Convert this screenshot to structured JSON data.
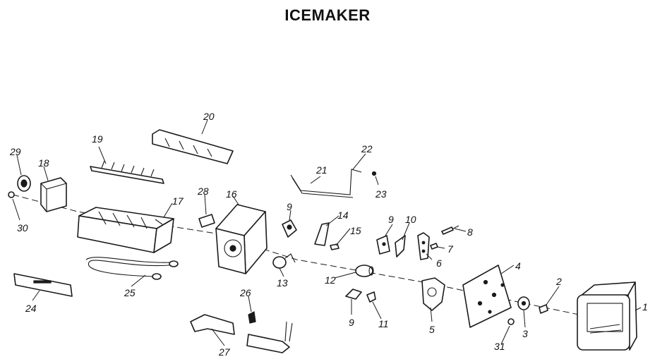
{
  "title": "ICEMAKER",
  "callouts": {
    "c1": "1",
    "c2": "2",
    "c3": "3",
    "c4": "4",
    "c5": "5",
    "c6": "6",
    "c7": "7",
    "c8": "8",
    "c9a": "9",
    "c9b": "9",
    "c9c": "9",
    "c10": "10",
    "c11": "11",
    "c12": "12",
    "c13": "13",
    "c14": "14",
    "c15": "15",
    "c16": "16",
    "c17": "17",
    "c18": "18",
    "c19": "19",
    "c20": "20",
    "c21": "21",
    "c22": "22",
    "c23": "23",
    "c24": "24",
    "c25": "25",
    "c26": "26",
    "c27": "27",
    "c28": "28",
    "c29": "29",
    "c30": "30",
    "c31": "31"
  }
}
